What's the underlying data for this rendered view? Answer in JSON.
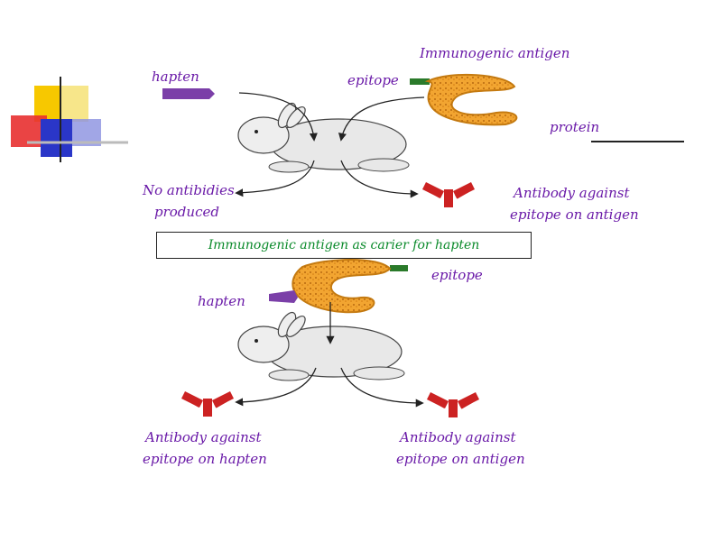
{
  "top": {
    "hapten": "hapten",
    "epitope": "epitope",
    "immunogenic_antigen": "Immunogenic antigen",
    "protein": "protein",
    "no_antibodies_line1": "No antibidies",
    "no_antibodies_line2": "produced",
    "antibody_line1": "Antibody against",
    "antibody_line2": "epitope on antigen"
  },
  "caption": "Immunogenic antigen as carier for hapten",
  "bottom": {
    "epitope": "epitope",
    "hapten": "hapten",
    "antibody_hapten_line1": "Antibody against",
    "antibody_hapten_line2": "epitope on hapten",
    "antibody_antigen_line1": "Antibody against",
    "antibody_antigen_line2": "epitope on antigen"
  },
  "colors": {
    "label_purple": "#6a1aa8",
    "caption_green": "#0a8a2a",
    "antibody_red": "#cc2222",
    "protein_orange": "#f2a531",
    "hapten_purple": "#7b3fa8",
    "epitope_green": "#2a7a2a"
  }
}
